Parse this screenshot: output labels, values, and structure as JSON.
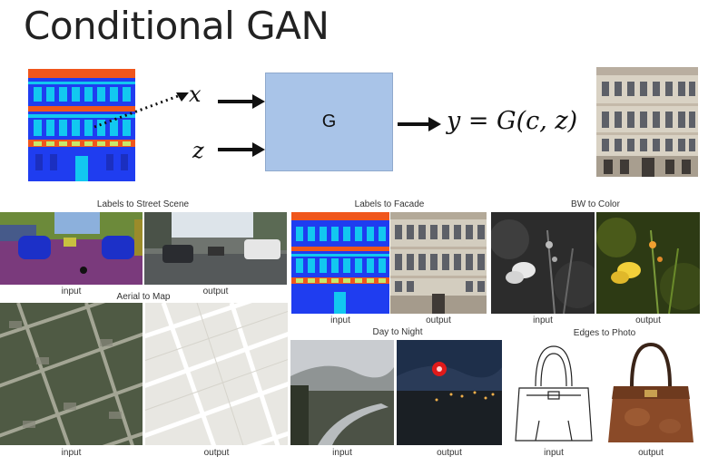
{
  "title": "Conditional GAN",
  "diagram": {
    "input_x": "x",
    "input_z": "z",
    "generator_label": "G",
    "output_formula": "y = G(c, z)"
  },
  "examples": [
    {
      "heading": "Labels to Street Scene",
      "input": "input",
      "output": "output"
    },
    {
      "heading": "Aerial to Map",
      "input": "input",
      "output": "output"
    },
    {
      "heading": "Labels to Facade",
      "input": "input",
      "output": "output"
    },
    {
      "heading": "BW to Color",
      "input": "input",
      "output": "output"
    },
    {
      "heading": "Day to Night",
      "input": "input",
      "output": "output"
    },
    {
      "heading": "Edges to Photo",
      "input": "input",
      "output": "output"
    }
  ],
  "colors": {
    "facade_blue": "#1f3df0",
    "facade_cyan": "#12c8f0",
    "facade_red": "#f0561c",
    "generator_box": "#a9c4e8"
  }
}
